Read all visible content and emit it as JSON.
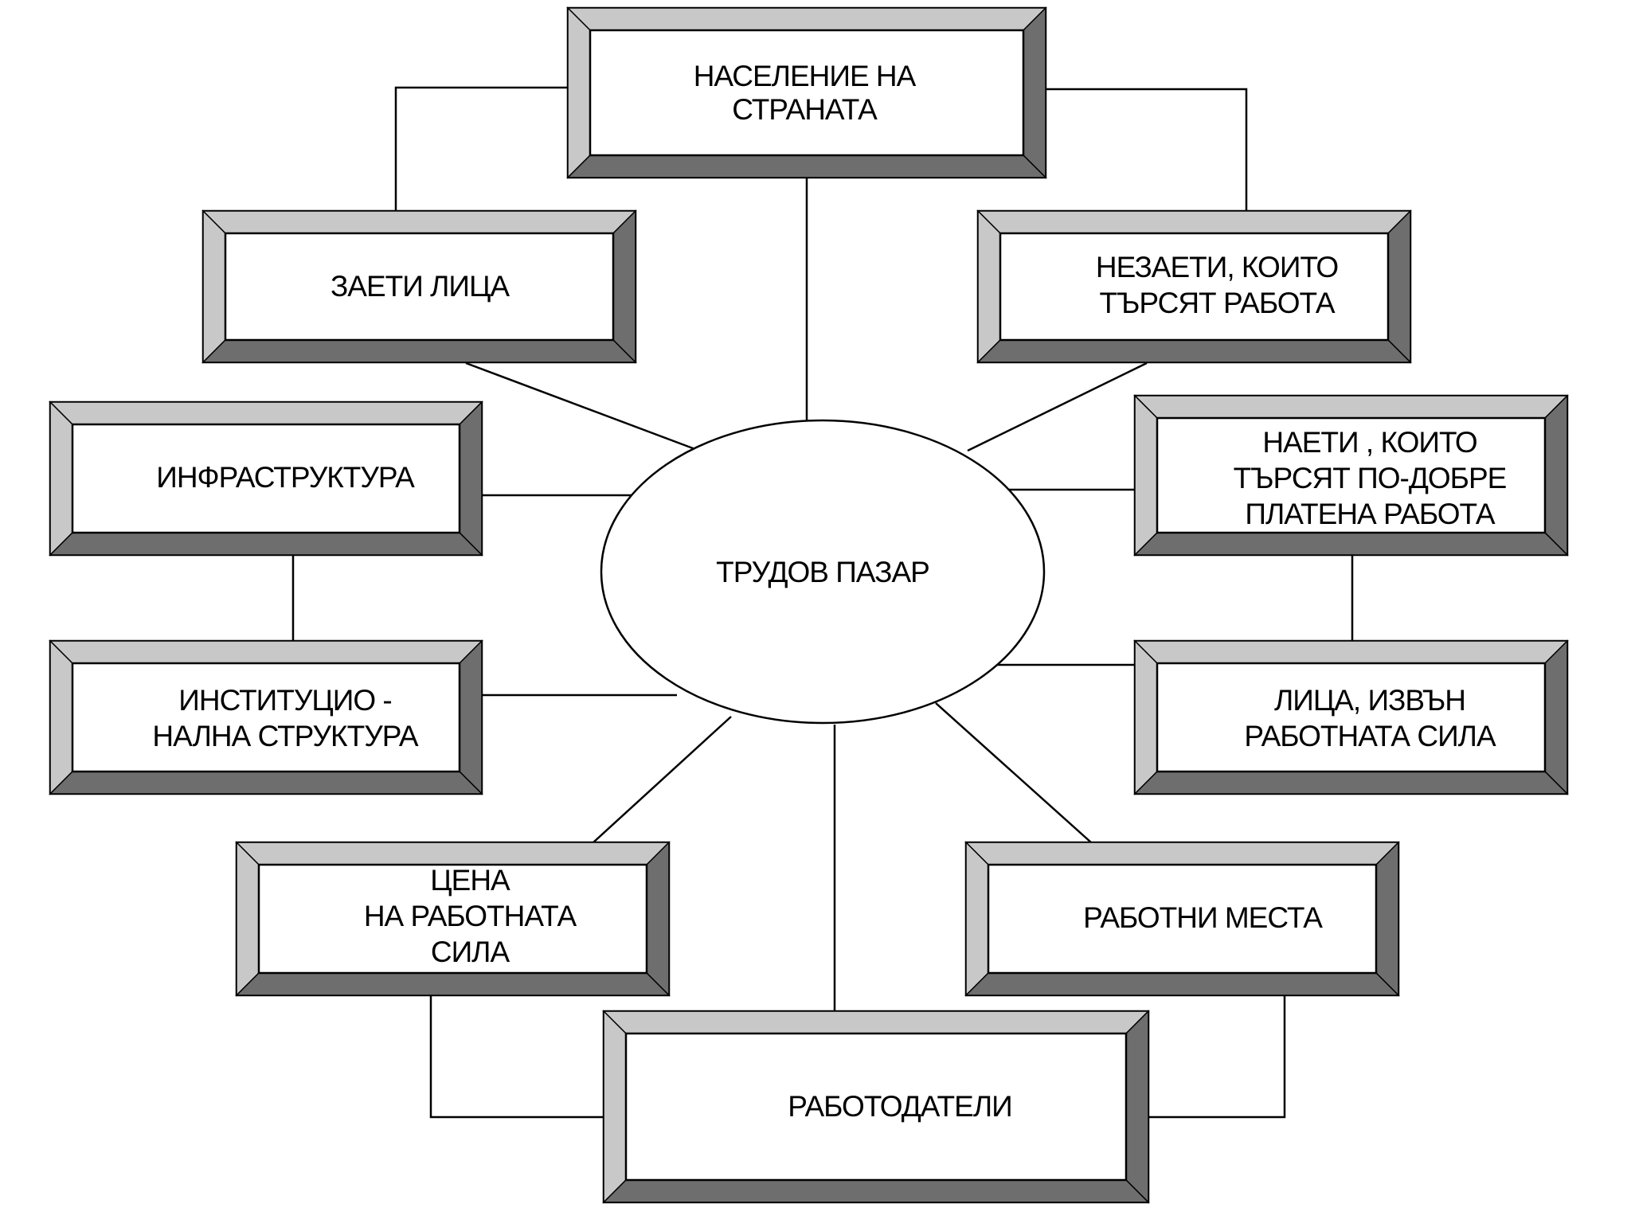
{
  "colors": {
    "bevel_light": "#c8c8c8",
    "bevel_dark": "#6e6e6e",
    "bevel_mid": "#9a9a9a",
    "title_text": "#1f4a1f",
    "text": "#000000"
  },
  "hub": {
    "label": "ТРУДОВ  ПАЗАР"
  },
  "boxes": {
    "population": {
      "lines": [
        "НАСЕЛЕНИЕ НА",
        "СТРАНАТА"
      ]
    },
    "employed": {
      "lines": [
        "ЗАЕТИ  ЛИЦА"
      ]
    },
    "unemployed": {
      "lines": [
        "НЕЗАЕТИ, КОИТО",
        "ТЪРСЯТ РАБОТА"
      ]
    },
    "infrastructure": {
      "lines": [
        "ИНФРАСТРУКТУРА"
      ]
    },
    "hired_seeking": {
      "lines": [
        "НАЕТИ , КОИТО",
        "ТЪРСЯТ ПО-ДОБРЕ",
        "ПЛАТЕНА РАБОТА"
      ]
    },
    "institutional": {
      "lines": [
        "ИНСТИТУЦИО -",
        "НАЛНА СТРУКТУРА"
      ]
    },
    "outside_labor": {
      "lines": [
        "ЛИЦА, ИЗВЪН",
        "РАБОТНАТА СИЛА"
      ]
    },
    "labor_price": {
      "lines": [
        "ЦЕНА",
        "НА РАБОТНАТА",
        "СИЛА"
      ]
    },
    "workplaces": {
      "lines": [
        "РАБОТНИ МЕСТА"
      ]
    },
    "employers": {
      "lines": [
        "РАБОТОДАТЕЛИ"
      ]
    }
  }
}
